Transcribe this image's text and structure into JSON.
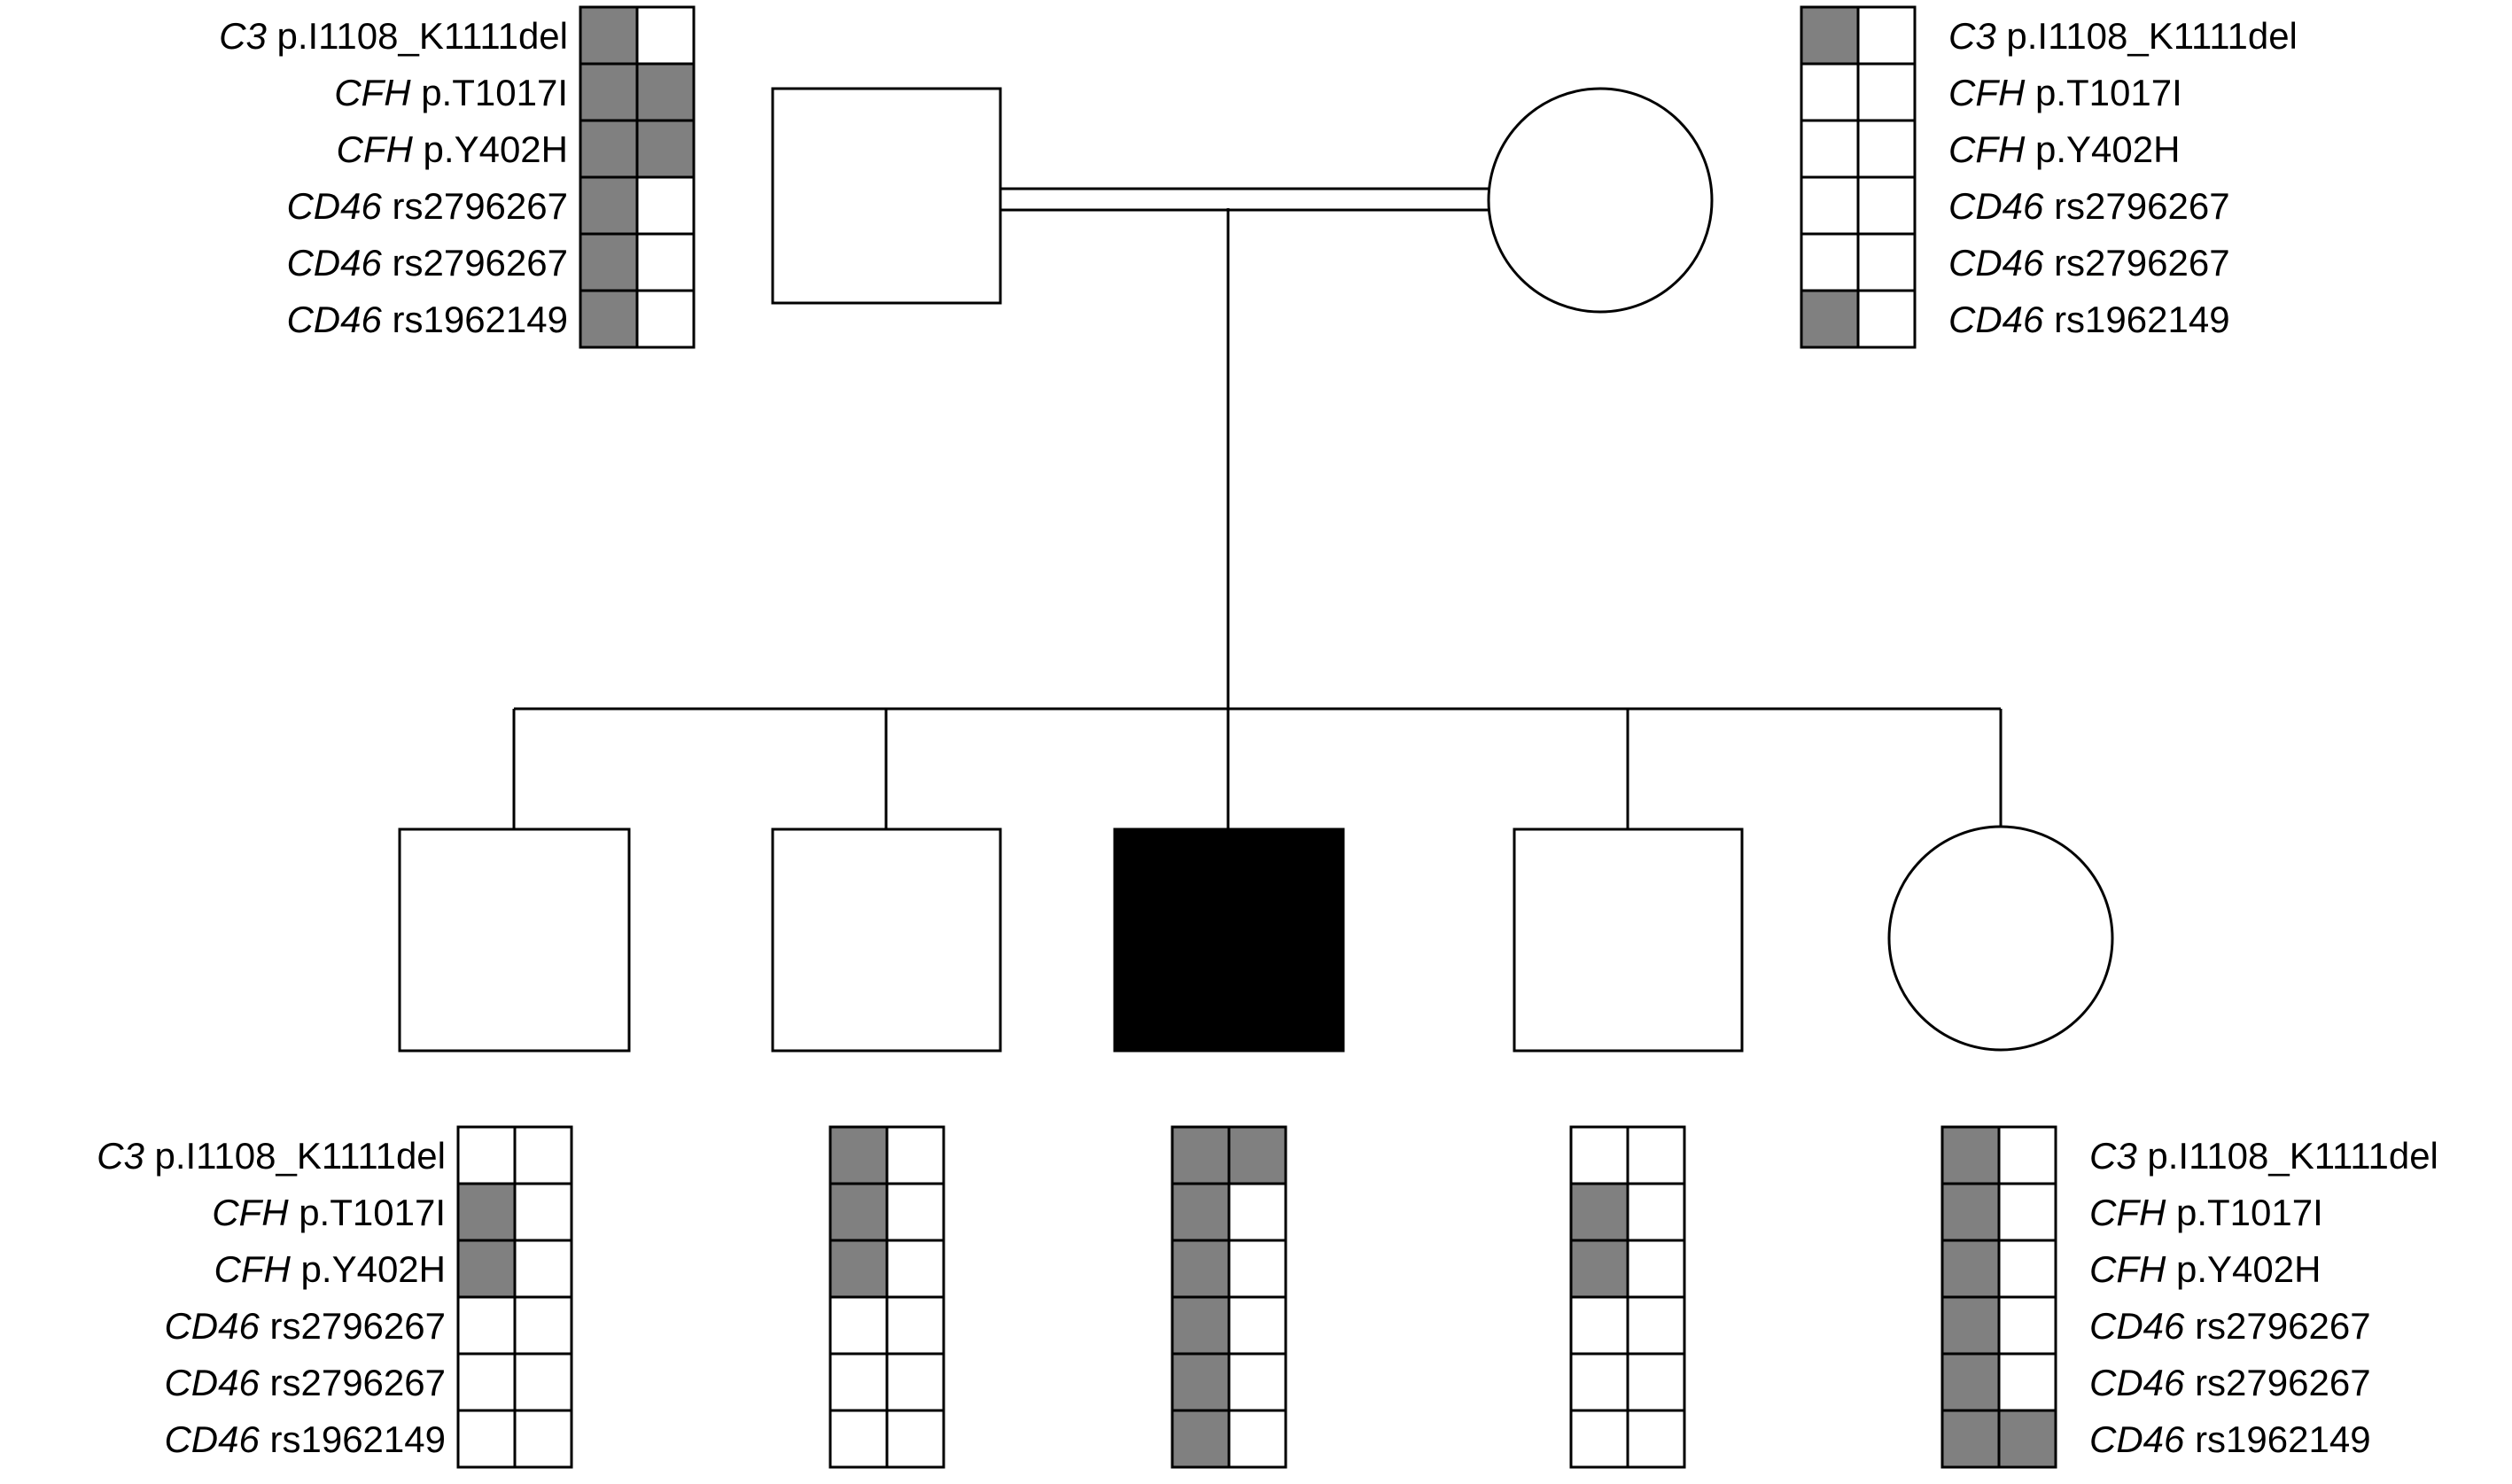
{
  "colors": {
    "carrier": "#808080",
    "affected": "#000000",
    "unaffected": "#ffffff",
    "line": "#000000"
  },
  "variants": [
    {
      "gene": "C3",
      "variant": "p.I1108_K1111del"
    },
    {
      "gene": "CFH",
      "variant": "p.T1017I"
    },
    {
      "gene": "CFH",
      "variant": "p.Y402H"
    },
    {
      "gene": "CD46",
      "variant": "rs2796267"
    },
    {
      "gene": "CD46",
      "variant": "rs2796267"
    },
    {
      "gene": "CD46",
      "variant": "rs1962149"
    }
  ],
  "individuals": [
    {
      "id": "father",
      "sex": "male",
      "affected": false,
      "show_labels": true,
      "genotype": [
        [
          1,
          0
        ],
        [
          1,
          1
        ],
        [
          1,
          1
        ],
        [
          1,
          0
        ],
        [
          1,
          0
        ],
        [
          1,
          0
        ]
      ]
    },
    {
      "id": "mother",
      "sex": "female",
      "affected": false,
      "show_labels": true,
      "genotype": [
        [
          1,
          0
        ],
        [
          0,
          0
        ],
        [
          0,
          0
        ],
        [
          0,
          0
        ],
        [
          0,
          0
        ],
        [
          1,
          0
        ]
      ]
    },
    {
      "id": "child-1",
      "sex": "male",
      "affected": false,
      "show_labels": true,
      "genotype": [
        [
          0,
          0
        ],
        [
          1,
          0
        ],
        [
          1,
          0
        ],
        [
          0,
          0
        ],
        [
          0,
          0
        ],
        [
          0,
          0
        ]
      ]
    },
    {
      "id": "child-2",
      "sex": "male",
      "affected": false,
      "show_labels": false,
      "genotype": [
        [
          1,
          0
        ],
        [
          1,
          0
        ],
        [
          1,
          0
        ],
        [
          0,
          0
        ],
        [
          0,
          0
        ],
        [
          0,
          0
        ]
      ]
    },
    {
      "id": "proband",
      "sex": "male",
      "affected": true,
      "show_labels": false,
      "genotype": [
        [
          1,
          1
        ],
        [
          1,
          0
        ],
        [
          1,
          0
        ],
        [
          1,
          0
        ],
        [
          1,
          0
        ],
        [
          1,
          0
        ]
      ]
    },
    {
      "id": "child-4",
      "sex": "male",
      "affected": false,
      "show_labels": false,
      "genotype": [
        [
          0,
          0
        ],
        [
          1,
          0
        ],
        [
          1,
          0
        ],
        [
          0,
          0
        ],
        [
          0,
          0
        ],
        [
          0,
          0
        ]
      ]
    },
    {
      "id": "child-5",
      "sex": "female",
      "affected": false,
      "show_labels": true,
      "genotype": [
        [
          1,
          0
        ],
        [
          1,
          0
        ],
        [
          1,
          0
        ],
        [
          1,
          0
        ],
        [
          1,
          0
        ],
        [
          1,
          1
        ]
      ]
    }
  ]
}
